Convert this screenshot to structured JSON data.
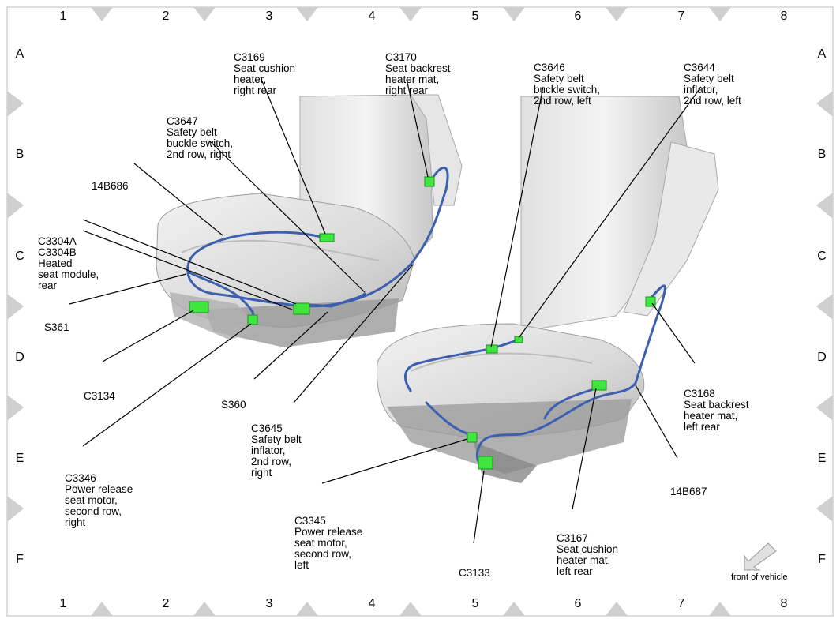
{
  "grid": {
    "columns": [
      "1",
      "2",
      "3",
      "4",
      "5",
      "6",
      "7",
      "8"
    ],
    "rows": [
      "A",
      "B",
      "C",
      "D",
      "E",
      "F"
    ]
  },
  "colors": {
    "harness": "#3d5fb0",
    "connector": "#3ee63e",
    "seat": "#d8d8d8",
    "frame": "#c8c8c8"
  },
  "labels": {
    "c3169": [
      "C3169",
      "Seat cushion",
      "heater,",
      "right rear"
    ],
    "c3170": [
      "C3170",
      "Seat backrest",
      "heater mat,",
      "right rear"
    ],
    "c3646": [
      "C3646",
      "Safety belt",
      "buckle switch,",
      "2nd row, left"
    ],
    "c3644": [
      "C3644",
      "Safety belt",
      "inflator,",
      "2nd row, left"
    ],
    "c3647": [
      "C3647",
      "Safety belt",
      "buckle switch,",
      "2nd row, right"
    ],
    "h14b686": [
      "14B686"
    ],
    "c3304": [
      "C3304A",
      "C3304B",
      "Heated",
      "seat module,",
      "rear"
    ],
    "s361": [
      "S361"
    ],
    "c3134": [
      "C3134"
    ],
    "s360": [
      "S360"
    ],
    "c3645": [
      "C3645",
      "Safety belt",
      "inflator,",
      "2nd row,",
      "right"
    ],
    "c3346": [
      "C3346",
      "Power release",
      "seat motor,",
      "second row,",
      "right"
    ],
    "c3345": [
      "C3345",
      "Power release",
      "seat motor,",
      "second row,",
      "left"
    ],
    "c3133": [
      "C3133"
    ],
    "c3167": [
      "C3167",
      "Seat cushion",
      "heater mat,",
      "left rear"
    ],
    "c3168": [
      "C3168",
      "Seat backrest",
      "heater mat,",
      "left rear"
    ],
    "h14b687": [
      "14B687"
    ]
  },
  "front_of_vehicle": "front of vehicle"
}
